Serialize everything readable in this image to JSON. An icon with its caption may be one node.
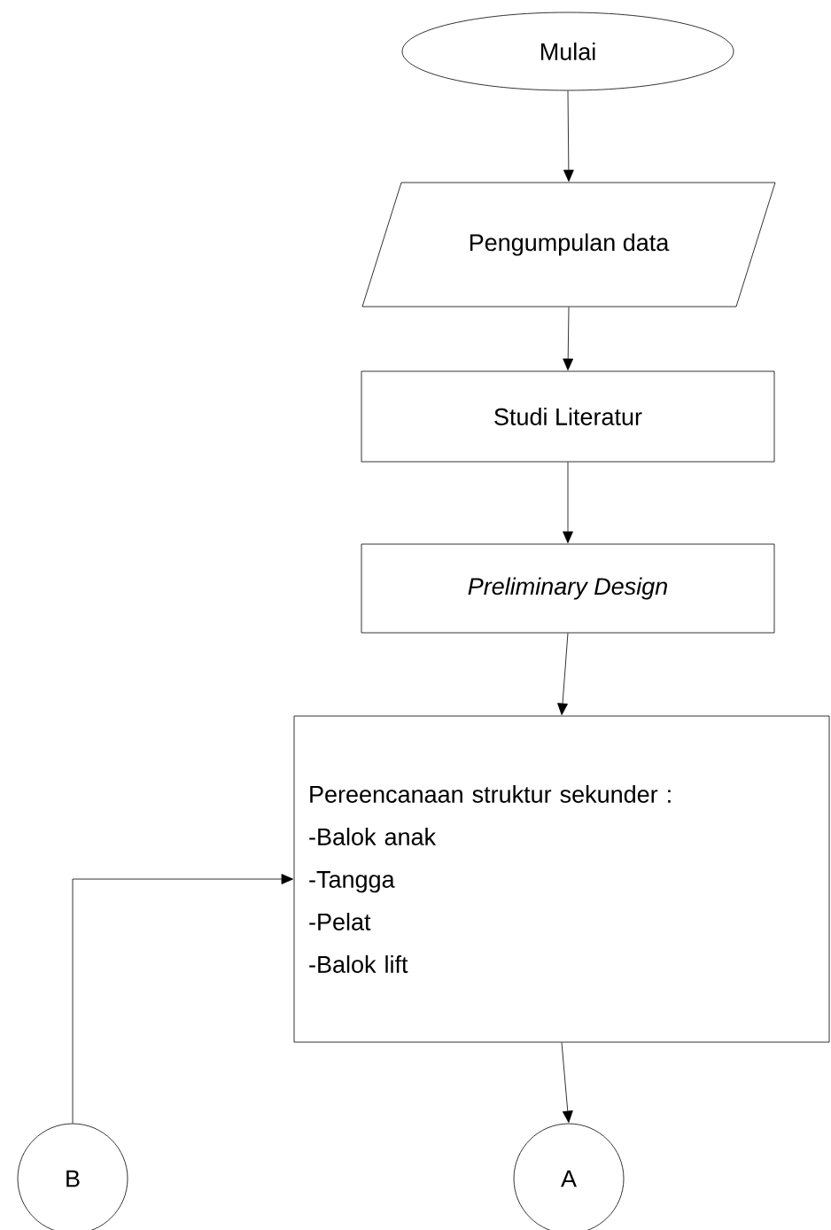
{
  "diagram": {
    "nodes": [
      {
        "text": [
          "Mulai"
        ]
      },
      {
        "text": [
          "Pengumpulan data"
        ]
      },
      {
        "text": [
          "Studi Literatur"
        ]
      },
      {
        "text": [
          "Preliminary Design"
        ]
      },
      {
        "text": [
          "Pereencanaan struktur sekunder :",
          "-Balok anak",
          "-Tangga",
          "-Pelat",
          "-Balok lift"
        ]
      },
      {
        "text": [
          "B"
        ]
      },
      {
        "text": [
          "A"
        ]
      }
    ],
    "edges": [
      {
        "from": 0,
        "to": 1,
        "arrow": "to"
      },
      {
        "from": 1,
        "to": 2,
        "arrow": "to"
      },
      {
        "from": 2,
        "to": 3,
        "arrow": "to"
      },
      {
        "from": 3,
        "to": 4,
        "arrow": "to"
      },
      {
        "from": 4,
        "to": 6,
        "arrow": "to"
      },
      {
        "from": 5,
        "to": 4,
        "arrow": "to"
      }
    ]
  }
}
